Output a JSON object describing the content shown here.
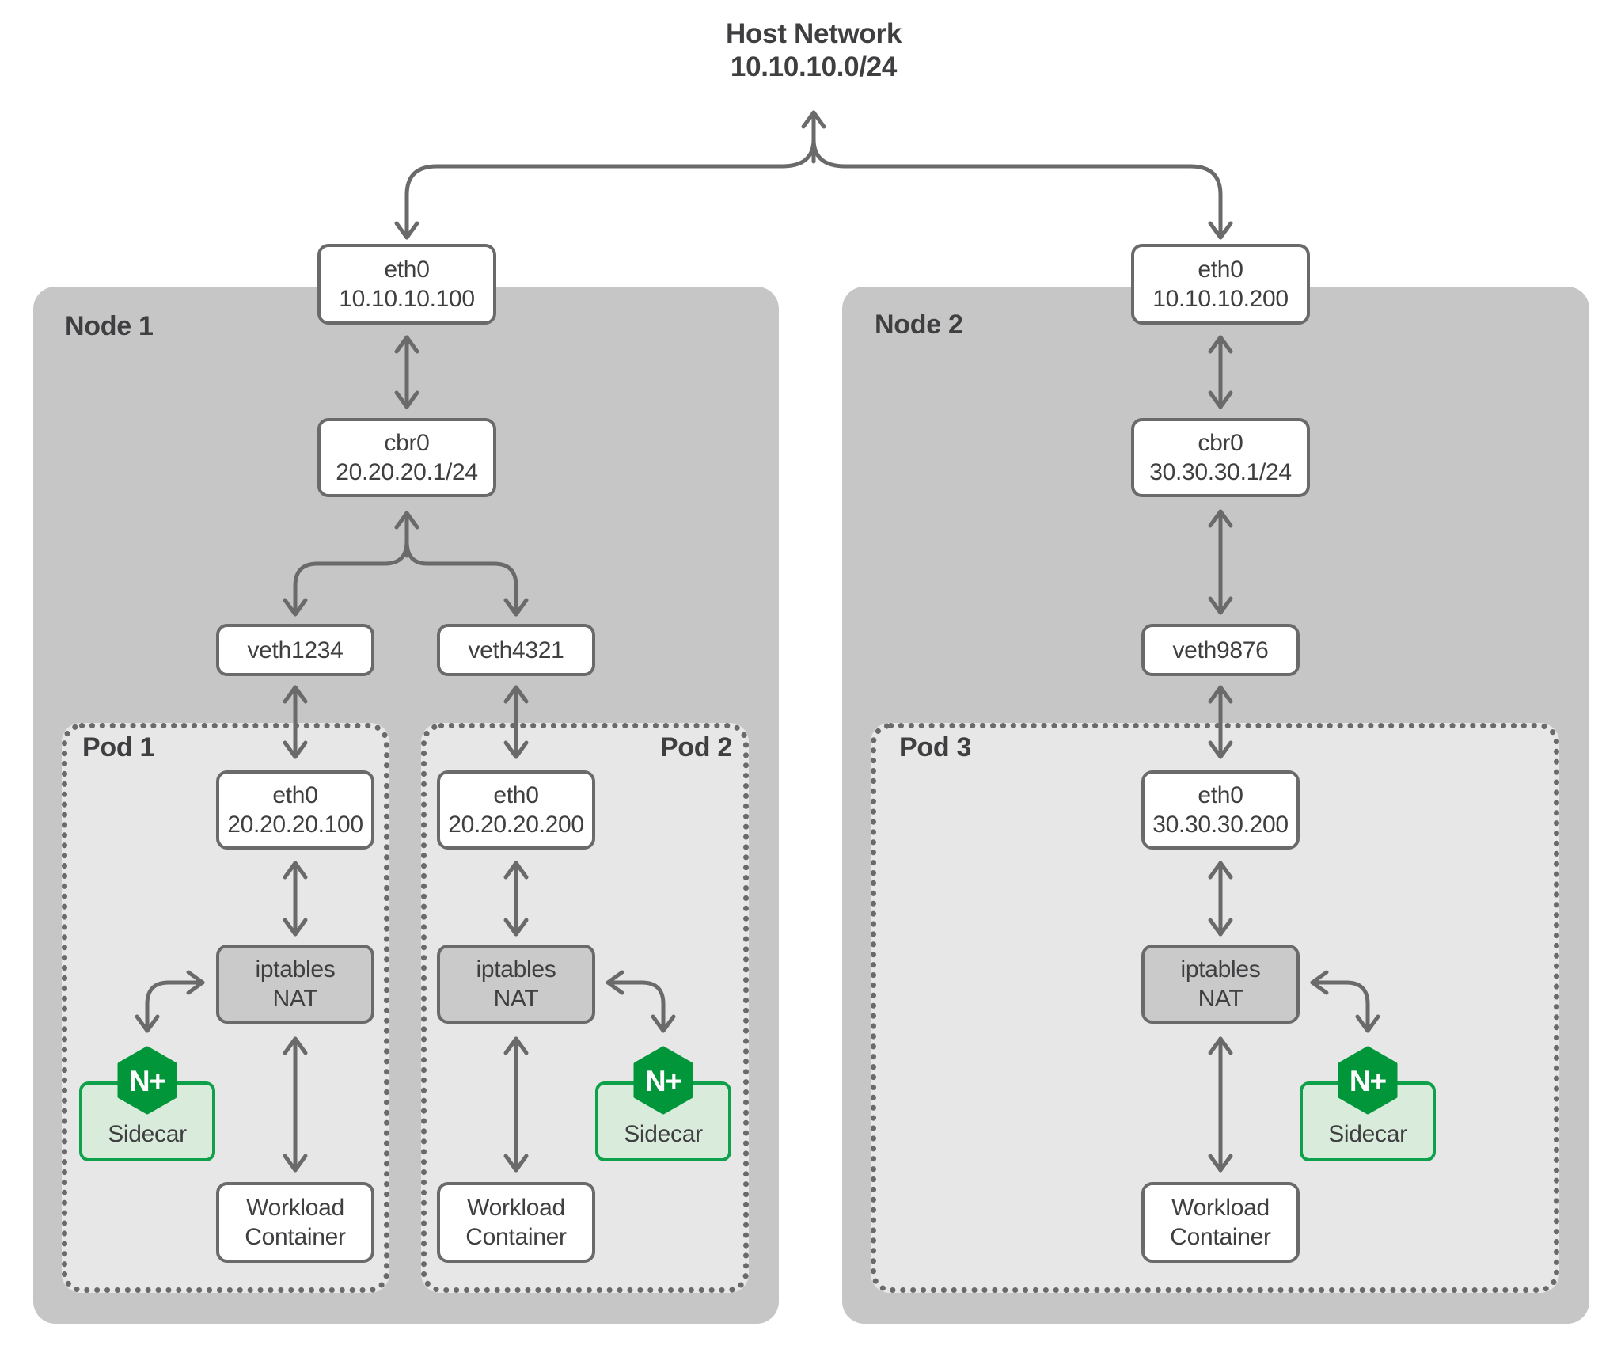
{
  "diagram": {
    "title_line1": "Host Network",
    "title_line2": "10.10.10.0/24"
  },
  "node1": {
    "label": "Node 1",
    "eth0_line1": "eth0",
    "eth0_line2": "10.10.10.100",
    "cbr0_line1": "cbr0",
    "cbr0_line2": "20.20.20.1/24",
    "veth_a": "veth1234",
    "veth_b": "veth4321",
    "pod1": {
      "label": "Pod 1",
      "eth0_line1": "eth0",
      "eth0_line2": "20.20.20.100",
      "nat_line1": "iptables",
      "nat_line2": "NAT",
      "sidecar_badge": "N+",
      "sidecar_label": "Sidecar",
      "workload_line1": "Workload",
      "workload_line2": "Container"
    },
    "pod2": {
      "label": "Pod 2",
      "eth0_line1": "eth0",
      "eth0_line2": "20.20.20.200",
      "nat_line1": "iptables",
      "nat_line2": "NAT",
      "sidecar_badge": "N+",
      "sidecar_label": "Sidecar",
      "workload_line1": "Workload",
      "workload_line2": "Container"
    }
  },
  "node2": {
    "label": "Node 2",
    "eth0_line1": "eth0",
    "eth0_line2": "10.10.10.200",
    "cbr0_line1": "cbr0",
    "cbr0_line2": "30.30.30.1/24",
    "veth_a": "veth9876",
    "pod3": {
      "label": "Pod 3",
      "eth0_line1": "eth0",
      "eth0_line2": "30.30.30.200",
      "nat_line1": "iptables",
      "nat_line2": "NAT",
      "sidecar_badge": "N+",
      "sidecar_label": "Sidecar",
      "workload_line1": "Workload",
      "workload_line2": "Container"
    }
  },
  "colors": {
    "node_fill": "#c6c6c6",
    "pod_fill": "#e7e7e7",
    "nat_fill": "#cacaca",
    "line_gray": "#6a6a6a",
    "text_dark": "#3f3f41",
    "nginx_green": "#009639",
    "sidecar_border": "#0fa04a",
    "sidecar_fill": "#d9ecdc"
  }
}
